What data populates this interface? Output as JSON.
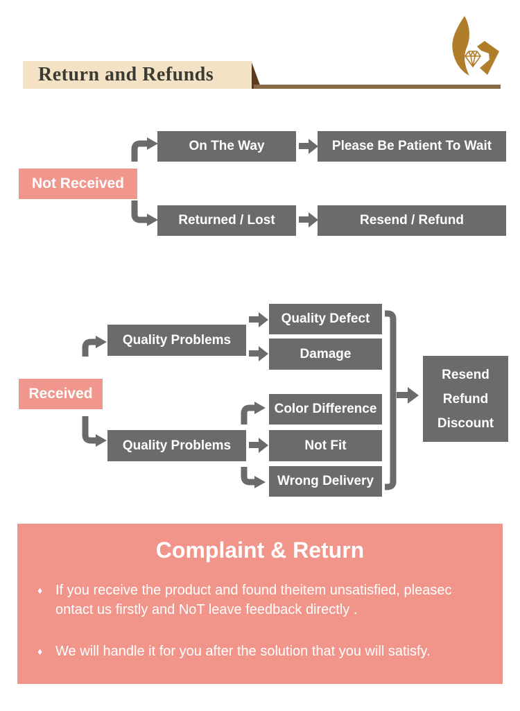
{
  "colors": {
    "brand_gold": "#B07D2B",
    "ribbon_beige": "#F3E3C4",
    "ribbon_fold_brown": "#5E3A1D",
    "rule_brown": "#8A6A46",
    "node_gray": "#6B6B6B",
    "node_pink": "#F0968C",
    "panel_pink": "#F1948A",
    "title_dark": "#3B3A33",
    "text_white": "#FFFFFF"
  },
  "header": {
    "title": "Return and Refunds",
    "logo_icon": "diamond-flame-logo"
  },
  "flow_not_received": {
    "source": "Not Received",
    "branches": [
      {
        "step": "On The Way",
        "outcome": "Please Be Patient To Wait"
      },
      {
        "step": "Returned / Lost",
        "outcome": "Resend / Refund"
      }
    ]
  },
  "flow_received": {
    "source": "Received",
    "groups": [
      {
        "step": "Quality Problems",
        "outcomes": [
          "Quality Defect",
          "Damage"
        ]
      },
      {
        "step": "Quality Problems",
        "outcomes": [
          "Color Difference",
          "Not Fit",
          "Wrong Delivery"
        ]
      }
    ],
    "result": {
      "lines": [
        "Resend",
        "Refund",
        "Discount"
      ]
    }
  },
  "complaint": {
    "title": "Complaint & Return",
    "bullet_icon": "diamond-bullet",
    "bullets": [
      {
        "lines": [
          "If you receive the product and found theitem unsatisfied, pleasec",
          "ontact us firstly and NoT leave feedback directly ."
        ]
      },
      {
        "lines": [
          "We will handle it for you after the solution that you will satisfy."
        ]
      }
    ]
  }
}
